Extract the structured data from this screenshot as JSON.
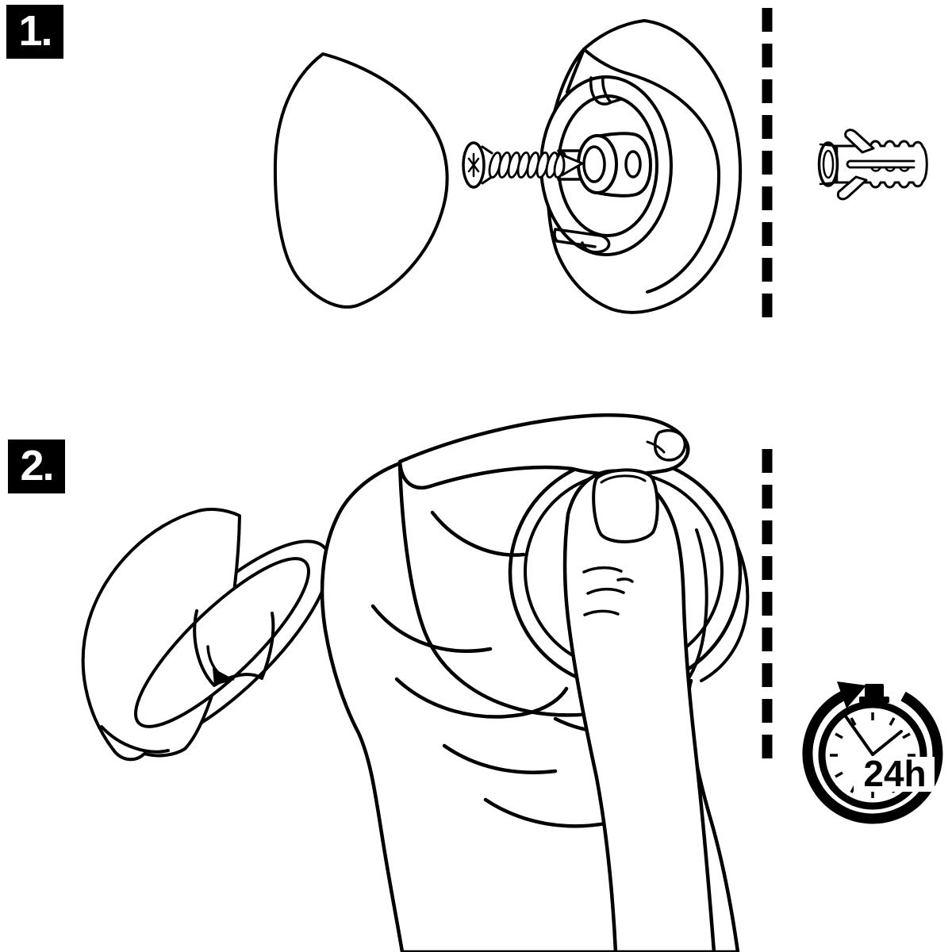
{
  "page": {
    "background": "#ffffff",
    "ink": "#000000"
  },
  "steps": [
    {
      "badge": "1.",
      "parts": [
        "cover-cap",
        "countersunk-screw",
        "wall-mount-plate",
        "wall-anchor-plug"
      ]
    },
    {
      "badge": "2.",
      "parts": [
        "cap-with-rotation-arrow",
        "hand-twisting-cap-onto-plate",
        "wait-24h-clock"
      ]
    }
  ],
  "clock": {
    "label": "24h"
  }
}
